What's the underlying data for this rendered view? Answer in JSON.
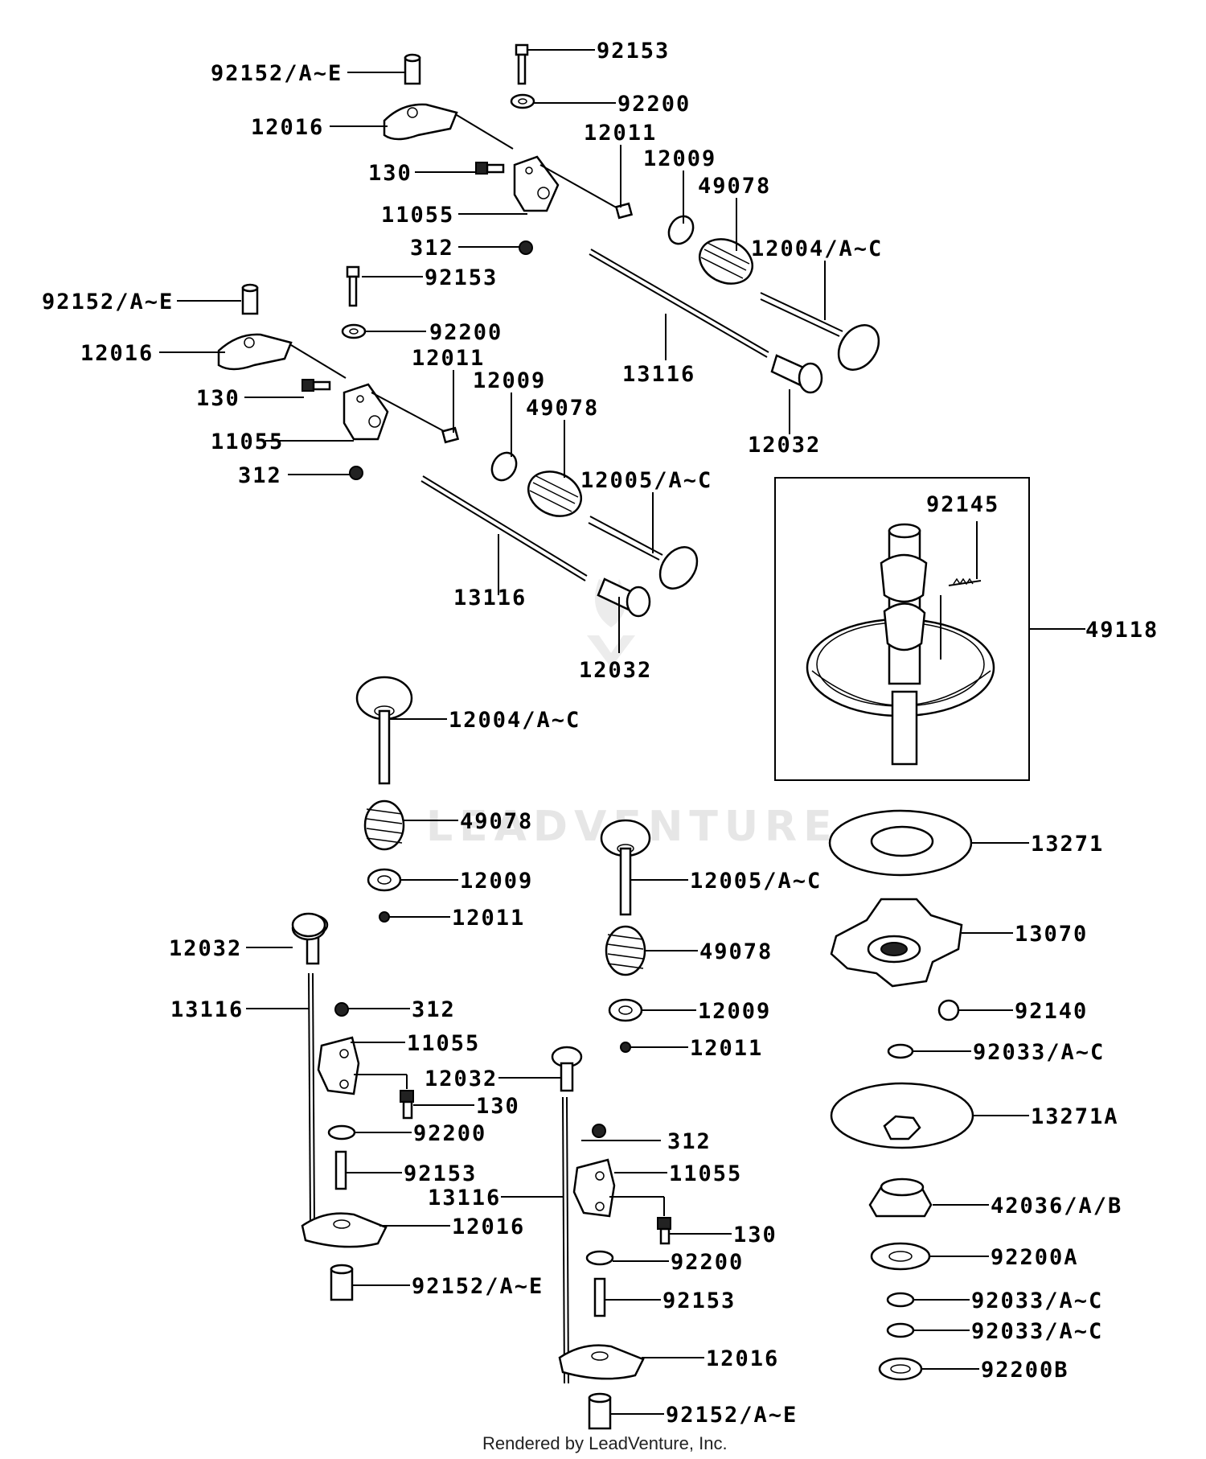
{
  "labels": {
    "l01": "92153",
    "l02": "92152/A~E",
    "l03": "92200",
    "l04": "12016",
    "l05": "12011",
    "l06": "130",
    "l07": "12009",
    "l08": "49078",
    "l09": "11055",
    "l10": "312",
    "l11": "12004/A~C",
    "l12": "92153",
    "l13": "92152/A~E",
    "l14": "92200",
    "l15": "12016",
    "l16": "12011",
    "l17": "13116",
    "l18": "12009",
    "l19": "130",
    "l20": "49078",
    "l21": "11055",
    "l22": "12032",
    "l23": "312",
    "l24": "12005/A~C",
    "l25": "13116",
    "l26": "12032",
    "l27": "92145",
    "l28": "49118",
    "l29": "12004/A~C",
    "l30": "49078",
    "l31": "13271",
    "l32": "12009",
    "l33": "12005/A~C",
    "l34": "12011",
    "l35": "13070",
    "l36": "12032",
    "l37": "49078",
    "l38": "13116",
    "l39": "312",
    "l40": "12009",
    "l41": "92140",
    "l42": "11055",
    "l43": "12011",
    "l44": "92033/A~C",
    "l45": "12032",
    "l46": "130",
    "l47": "13271A",
    "l48": "92200",
    "l49": "312",
    "l50": "92153",
    "l51": "11055",
    "l52": "13116",
    "l53": "42036/A/B",
    "l54": "12016",
    "l55": "130",
    "l56": "92200A",
    "l57": "92152/A~E",
    "l58": "92200",
    "l59": "92033/A~C",
    "l60": "92153",
    "l61": "92033/A~C",
    "l62": "12016",
    "l63": "92200B",
    "l64": "92152/A~E"
  },
  "watermark": {
    "text": "LEADVENTURE"
  },
  "footer": {
    "text": "Rendered by LeadVenture, Inc."
  }
}
